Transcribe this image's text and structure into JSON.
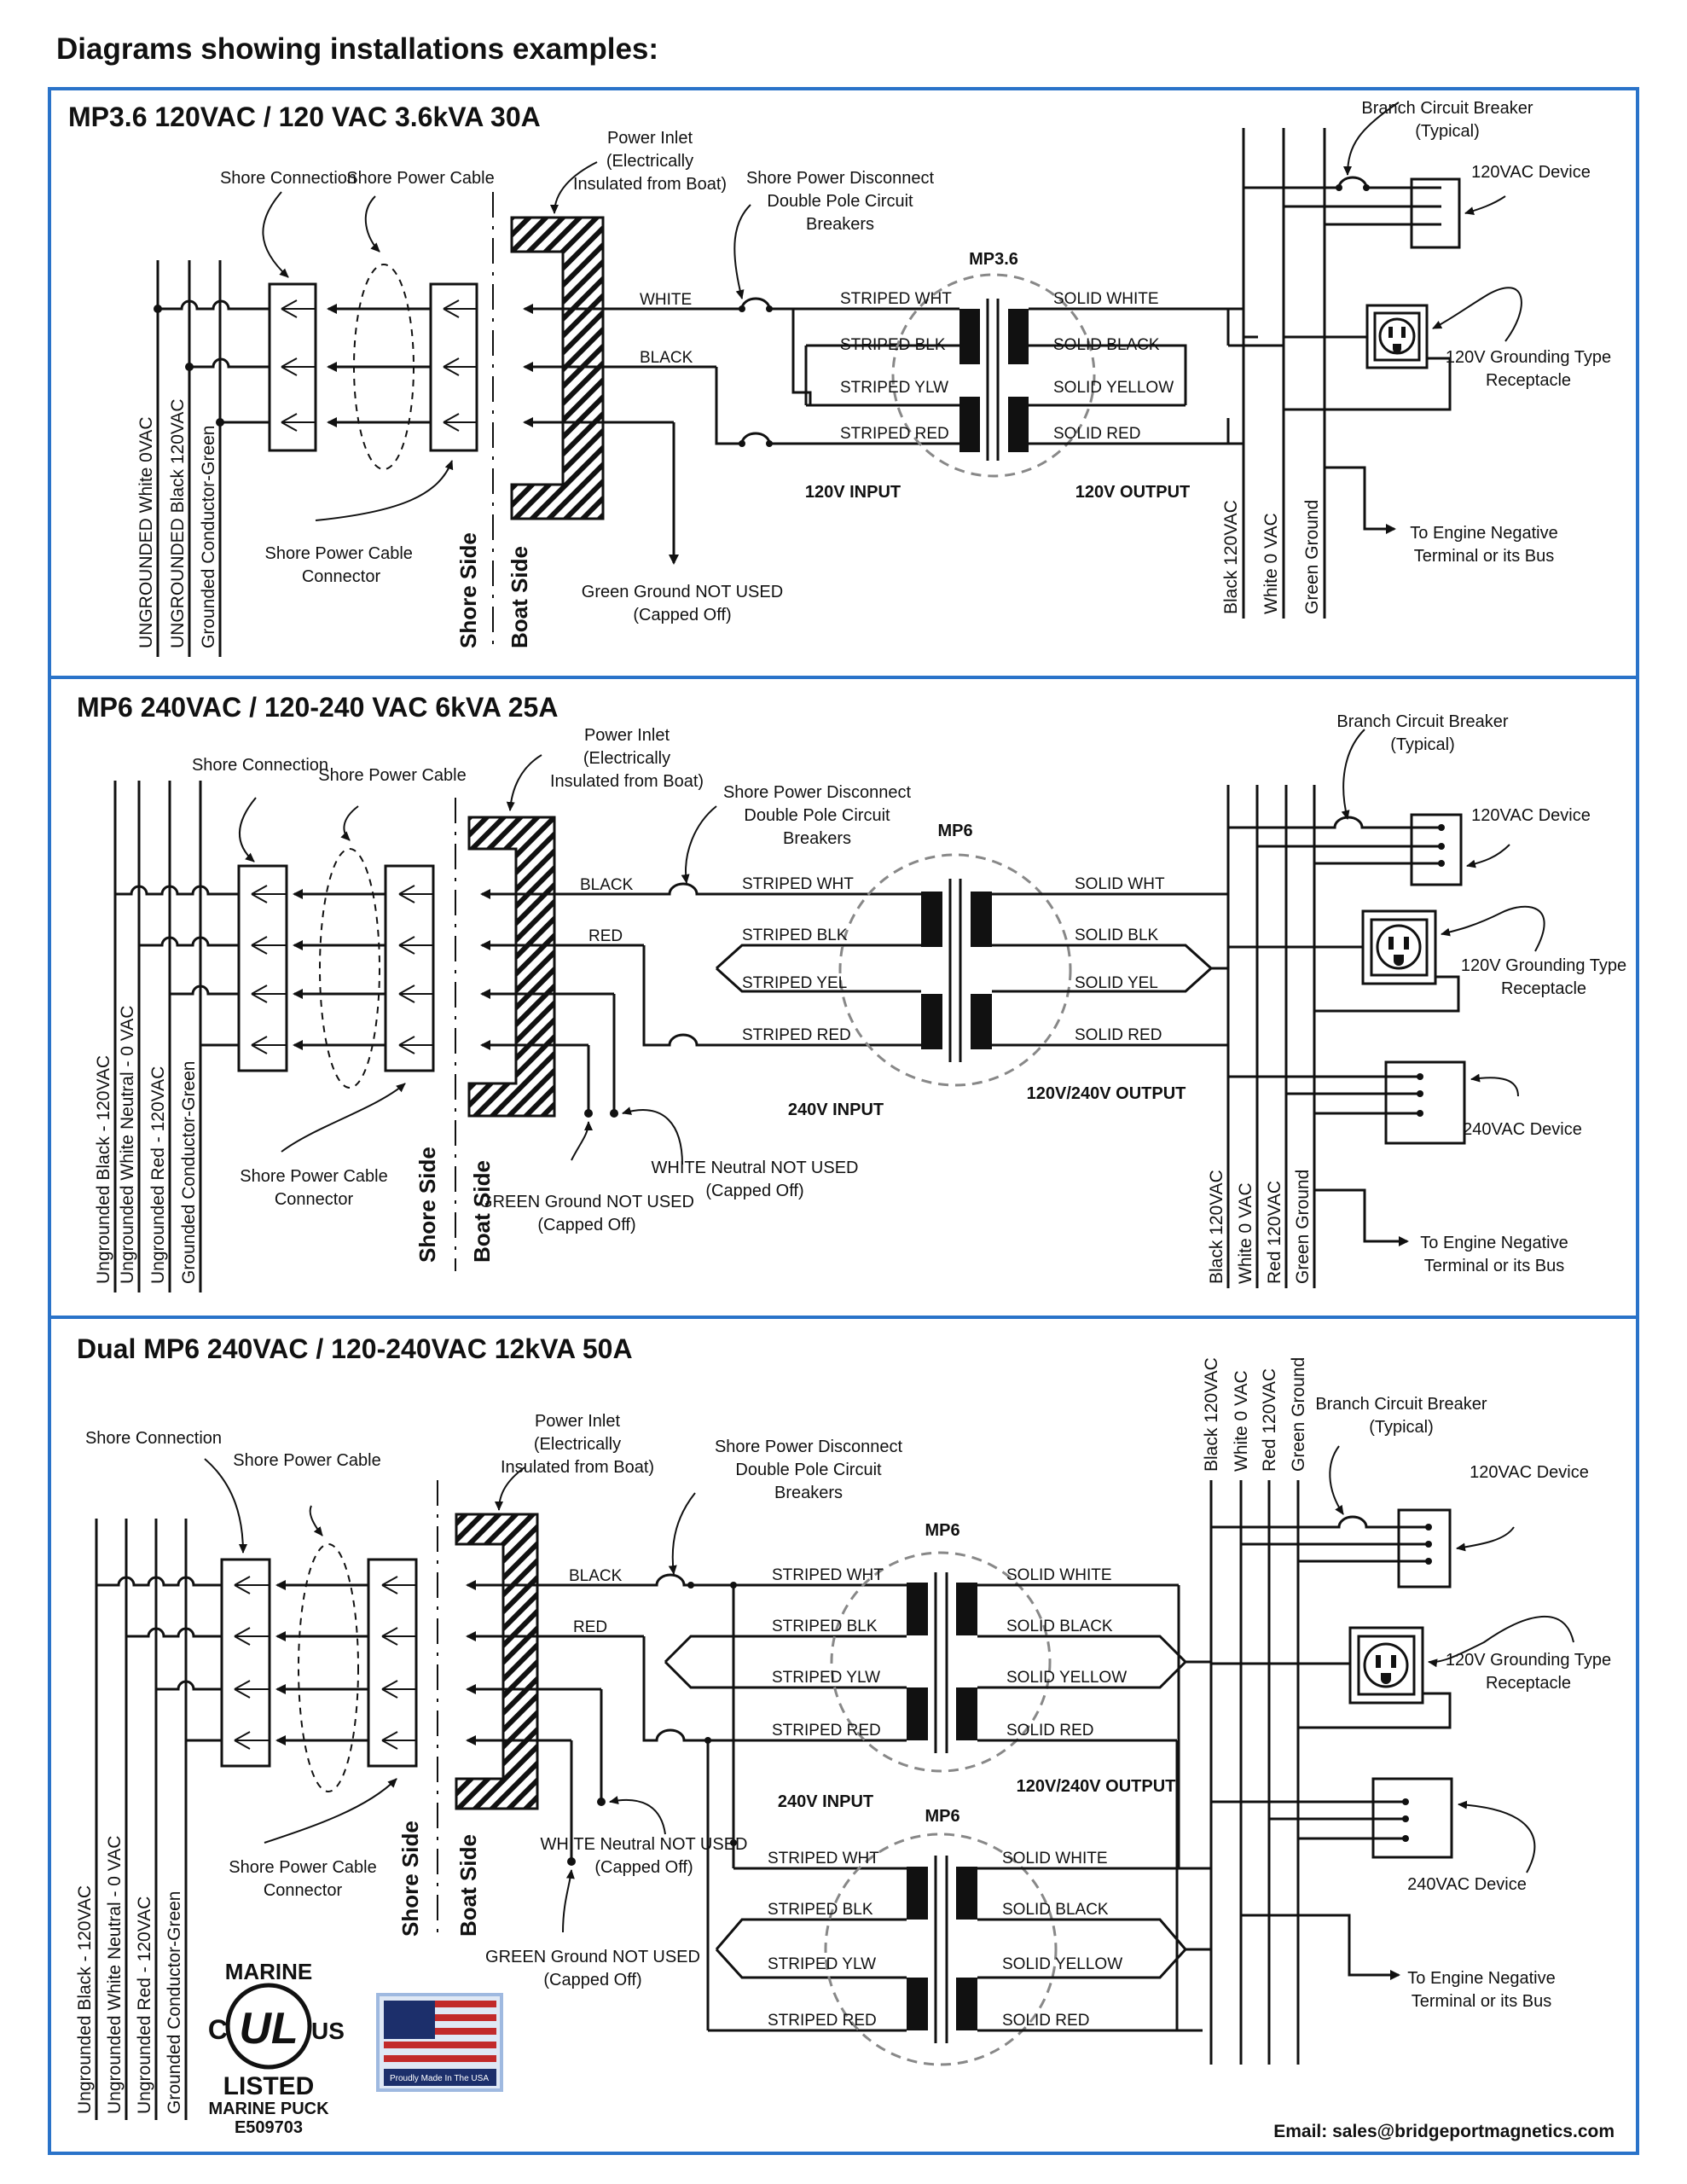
{
  "page_title": "Diagrams showing installations examples:",
  "email": "Email: sales@bridgeportmagnetics.com",
  "panels": [
    {
      "heading": "MP3.6 120VAC  / 120 VAC 3.6kVA 30A",
      "device": "MP3.6",
      "shore_connection": "Shore Connection",
      "shore_power_cable": "Shore Power Cable",
      "power_inlet": "Power Inlet (Electrically Insulated from Boat)",
      "disconnect": "Shore Power Disconnect Double Pole Circuit Breakers",
      "cable_connector": "Shore Power Cable Connector",
      "shore_side": "Shore Side",
      "boat_side": "Boat Side",
      "green_ground": "Green Ground NOT USED (Capped Off)",
      "line_labels": [
        "WHITE",
        "BLACK"
      ],
      "input_taps": [
        "STRIPED WHT",
        "STRIPED BLK",
        "STRIPED YLW",
        "STRIPED RED"
      ],
      "output_taps": [
        "SOLID WHITE",
        "SOLID BLACK",
        "SOLID YELLOW",
        "SOLID RED"
      ],
      "input_label": "120V INPUT",
      "output_label": "120V OUTPUT",
      "shore_wires": [
        "UNGROUNDED White  0VAC",
        "UNGROUNDED Black 120VAC",
        "Grounded Conductor-Green"
      ],
      "boat_bus": [
        "Black 120VAC",
        "White 0 VAC",
        "Green Ground"
      ],
      "breaker": "Branch Circuit Breaker (Typical)",
      "device_120": "120VAC Device",
      "receptacle": "120V Grounding Type Receptacle",
      "engine": "To Engine Negative Terminal or its Bus"
    },
    {
      "heading": "MP6 240VAC / 120-240 VAC 6kVA 25A",
      "device": "MP6",
      "shore_connection": "Shore Connection",
      "shore_power_cable": "Shore Power Cable",
      "power_inlet": "Power Inlet (Electrically Insulated from Boat)",
      "disconnect": "Shore Power Disconnect Double Pole Circuit Breakers",
      "cable_connector": "Shore Power Cable Connector",
      "shore_side": "Shore Side",
      "boat_side": "Boat Side",
      "green_ground": "GREEN Ground NOT USED (Capped Off)",
      "white_neutral": "WHITE Neutral NOT USED (Capped Off)",
      "line_labels": [
        "BLACK",
        "RED"
      ],
      "input_taps": [
        "STRIPED WHT",
        "STRIPED BLK",
        "STRIPED YEL",
        "STRIPED RED"
      ],
      "output_taps": [
        "SOLID WHT",
        "SOLID BLK",
        "SOLID YEL",
        "SOLID RED"
      ],
      "input_label": "240V INPUT",
      "output_label": "120V/240V OUTPUT",
      "shore_wires": [
        "Ungrounded Black - 120VAC",
        "Ungrounded White Neutral - 0 VAC",
        "Ungrounded Red - 120VAC",
        "Grounded Conductor-Green"
      ],
      "boat_bus": [
        "Black 120VAC",
        "White 0 VAC",
        "Red 120VAC",
        "Green Ground"
      ],
      "breaker": "Branch Circuit Breaker (Typical)",
      "device_120": "120VAC Device",
      "receptacle": "120V Grounding Type Receptacle",
      "device_240": "240VAC Device",
      "engine": "To Engine Negative Terminal or its Bus"
    },
    {
      "heading": "Dual MP6 240VAC / 120-240VAC 12kVA 50A",
      "device": "MP6",
      "shore_connection": "Shore Connection",
      "shore_power_cable": "Shore Power Cable",
      "power_inlet": "Power Inlet (Electrically Insulated from Boat)",
      "disconnect": "Shore Power Disconnect Double Pole Circuit Breakers",
      "cable_connector": "Shore Power Cable Connector",
      "shore_side": "Shore Side",
      "boat_side": "Boat Side",
      "green_ground": "GREEN Ground NOT USED (Capped Off)",
      "white_neutral": "WHITE Neutral NOT USED (Capped Off)",
      "line_labels": [
        "BLACK",
        "RED"
      ],
      "input_taps": [
        "STRIPED WHT",
        "STRIPED BLK",
        "STRIPED YLW",
        "STRIPED RED"
      ],
      "output_taps": [
        "SOLID WHITE",
        "SOLID BLACK",
        "SOLID YELLOW",
        "SOLID RED"
      ],
      "input_label": "240V INPUT",
      "output_label": "120V/240V OUTPUT",
      "shore_wires": [
        "Ungrounded Black - 120VAC",
        "Ungrounded White Neutral - 0 VAC",
        "Ungrounded Red - 120VAC",
        "Grounded Conductor-Green"
      ],
      "boat_bus": [
        "Black 120VAC",
        "White 0 VAC",
        "Red 120VAC",
        "Green Ground"
      ],
      "breaker": "Branch Circuit Breaker (Typical)",
      "device_120": "120VAC Device",
      "receptacle": "120V Grounding Type Receptacle",
      "device_240": "240VAC Device",
      "engine": "To Engine Negative Terminal or its Bus"
    }
  ],
  "logo_ul": {
    "top": "MARINE",
    "c": "C",
    "ul": "UL",
    "us": "US",
    "listed": "LISTED",
    "line1": "MARINE PUCK",
    "line2": "E509703"
  },
  "logo_flag": {
    "caption": "Proudly Made In The USA"
  },
  "colors": {
    "frame": "#2a73c9",
    "ink": "#111111",
    "dash_grey": "#888888"
  }
}
